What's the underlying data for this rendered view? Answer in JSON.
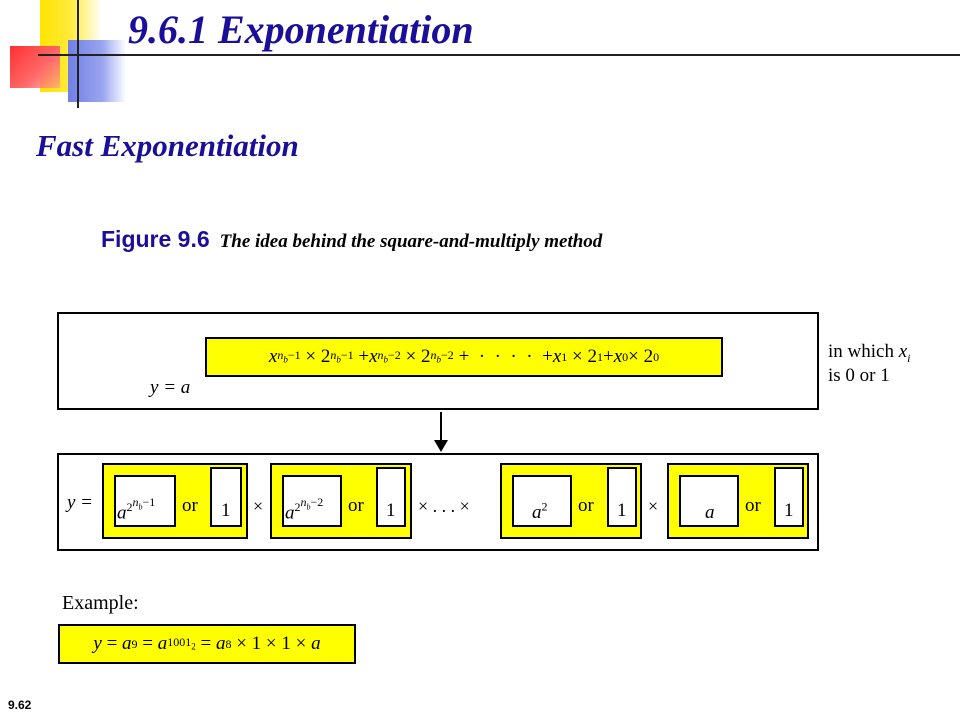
{
  "slide": {
    "title": "9.6.1 Exponentiation",
    "subtitle": "Fast Exponentiation",
    "number": "9.62"
  },
  "figure": {
    "label": "Figure 9.6",
    "caption": "The idea behind the square-and-multiply method"
  },
  "top_box": {
    "y_label": "y",
    "equals_a": "= a",
    "note_line1": "in which",
    "note_var": "x",
    "note_sub": "i",
    "note_line2": "is 0 or 1"
  },
  "bottom_box": {
    "y_label": "y =",
    "or_label": "or",
    "one_label": "1",
    "times": "×",
    "ellipsis_times": "× . . . ×",
    "groups": [
      {
        "base": "a",
        "exp_var": "n",
        "exp_sub": "b",
        "exp_rest": "−1"
      },
      {
        "base": "a",
        "exp_var": "n",
        "exp_sub": "b",
        "exp_rest": "−2"
      },
      {
        "base": "a",
        "exp_num": "2"
      },
      {
        "base": "a"
      }
    ]
  },
  "example": {
    "label": "Example:",
    "exp9": "9",
    "exp1001": "1001",
    "sub2": "2",
    "exp8": "8"
  },
  "colors": {
    "title_blue": "#1b0e99",
    "highlight_yellow": "#ffff00"
  }
}
